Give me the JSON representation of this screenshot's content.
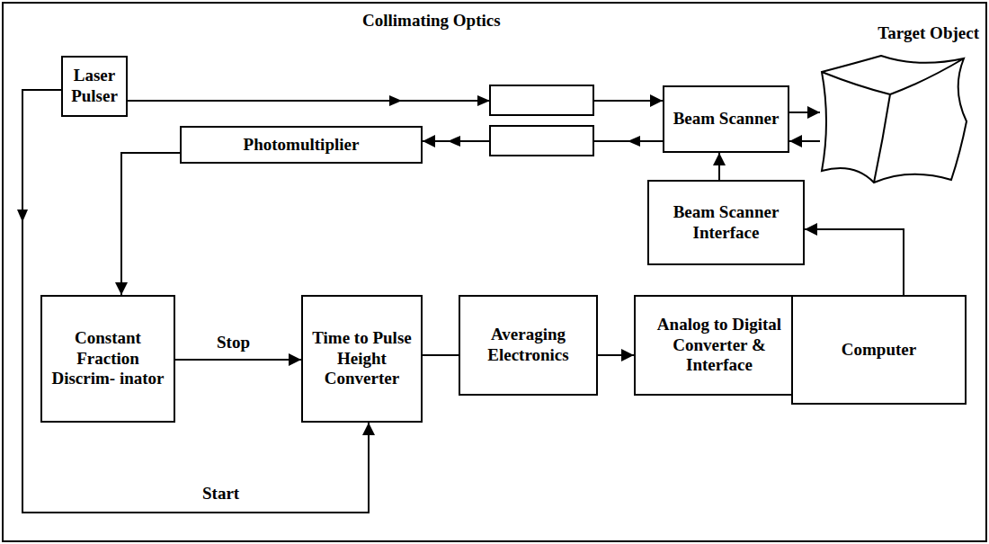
{
  "diagram": {
    "nodes": [
      {
        "text": [
          "Laser Pulser"
        ]
      },
      {
        "text": [
          "Beam Scanner"
        ]
      },
      {
        "text": [
          "Target Object"
        ]
      },
      {
        "text": [
          "Photomultiplier"
        ]
      },
      {
        "text": [
          "Beam Scanner Interface"
        ]
      },
      {
        "text": [
          "Constant Fraction Discrim- inator"
        ]
      },
      {
        "text": [
          "Time to Pulse Height Converter"
        ]
      },
      {
        "text": [
          "Averaging Electronics"
        ]
      },
      {
        "text": [
          "Analog to Digital Converter & Interface"
        ]
      },
      {
        "text": [
          "Computer"
        ]
      }
    ],
    "edges": [
      {
        "from": 0,
        "to": 1,
        "arrow": "to"
      },
      {
        "from": 1,
        "to": 2,
        "arrow": "to"
      },
      {
        "from": 2,
        "to": 1,
        "arrow": "to"
      },
      {
        "from": 1,
        "to": 3,
        "arrow": "to"
      },
      {
        "from": 4,
        "to": 1,
        "arrow": "to"
      },
      {
        "from": 9,
        "to": 4,
        "arrow": "to"
      },
      {
        "from": 3,
        "to": 5,
        "arrow": "to"
      },
      {
        "from": 5,
        "to": 6,
        "label": "Stop",
        "arrow": "to"
      },
      {
        "from": 0,
        "to": 6,
        "label": "Start",
        "arrow": "to"
      },
      {
        "from": 6,
        "to": 7,
        "arrow": "none"
      },
      {
        "from": 7,
        "to": 8,
        "arrow": "to"
      },
      {
        "from": 8,
        "to": 9,
        "arrow": "none"
      }
    ],
    "labels": [
      "Collimating Optics"
    ]
  }
}
